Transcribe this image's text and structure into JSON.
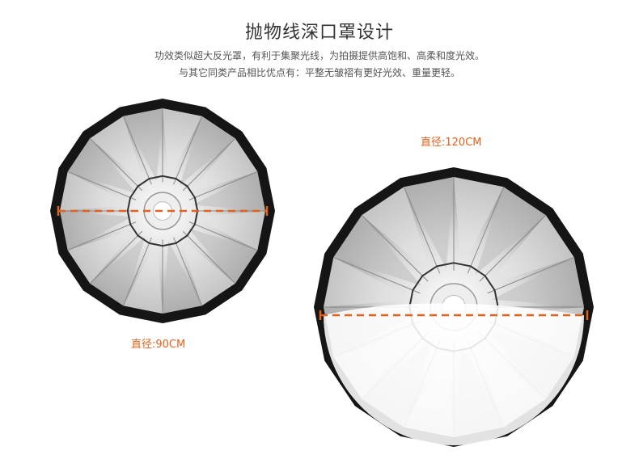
{
  "heading": {
    "title": "抛物线深口罩设计",
    "line1": "功效类似超大反光罩，有利于集聚光线，为拍摄提供高饱和、高柔和度光效。",
    "line2": "与其它同类产品相比优点有：平整无皱褶有更好光效、重量更轻。"
  },
  "small_dish": {
    "diameter_label": "直径:90CM"
  },
  "large_dish": {
    "diameter_label": "直径:120CM"
  },
  "colors": {
    "accent": "#e0621c",
    "rim": "#151515",
    "silver": "#c9c9c9"
  }
}
